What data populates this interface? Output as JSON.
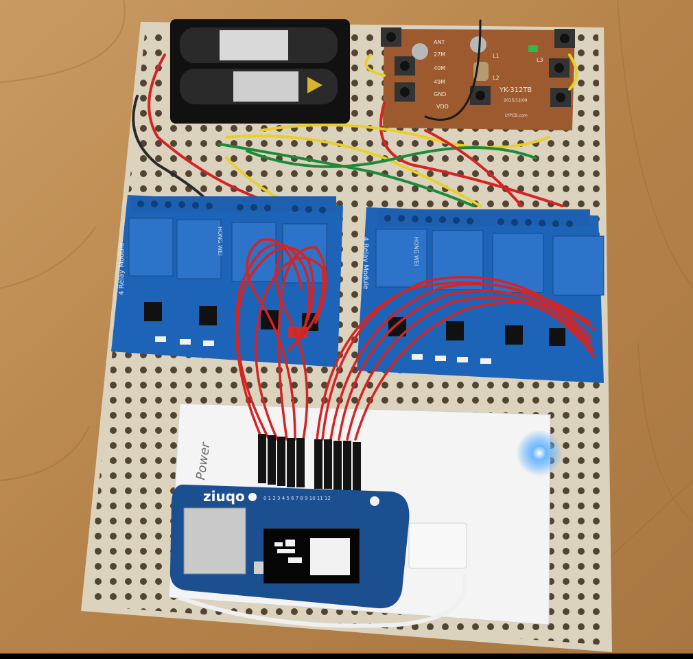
{
  "photo": {
    "remote_board": {
      "model": "YK-312TB",
      "pins": [
        "ANT",
        "27M",
        "40M",
        "49M",
        "GND",
        "VDD"
      ],
      "leds": [
        "L1",
        "L2",
        "L3"
      ],
      "date": "2015/12/09",
      "brand": "LYPCB.com"
    },
    "relay_left": {
      "title": "4 Relay Module",
      "relay_brand": "HONG WEI"
    },
    "relay_right": {
      "title": "4 Relay Module",
      "relay_brand": "HONG WEI"
    },
    "powerbank": {
      "brand": "Power"
    },
    "esp_board": {
      "logo": "ziuqo",
      "pin_labels": "0 1 2 3 4 5 6 7 8 9 10 11 12"
    }
  },
  "colors": {
    "floor": "#b98a52",
    "perfboard": "#dcd3bf",
    "relay_pcb": "#1d64b8",
    "relay_block": "#2c73c9",
    "wire_red": "#d42424",
    "wire_yellow": "#e8cf2a",
    "wire_green": "#1d8a3a",
    "esp_pcb": "#1b4f8f",
    "led_blue": "#4aa8ff"
  }
}
